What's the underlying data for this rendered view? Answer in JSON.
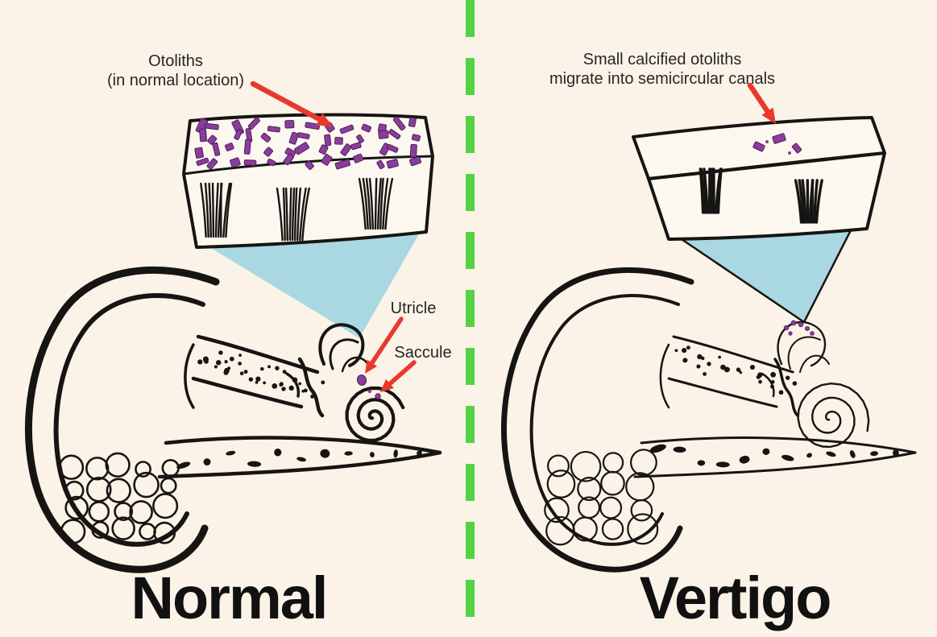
{
  "left_panel": {
    "otolith_label_line1": "Otoliths",
    "otolith_label_line2": "(in normal location)",
    "utricle_label": "Utricle",
    "saccule_label": "Saccule",
    "title": "Normal"
  },
  "right_panel": {
    "otolith_label_line1": "Small calcified otoliths",
    "otolith_label_line2": "migrate into semicircular canals",
    "title": "Vertigo"
  },
  "colors": {
    "background": "#FBF3E7",
    "ink": "#171513",
    "otolith_purple": "#8B3D9B",
    "crystal_outline": "#4E2160",
    "fluid_blue": "#A9D8E2",
    "divider_green": "#55D243",
    "arrow_red": "#E8392C",
    "label_color": "#262626",
    "slab_fill": "#FCF8EF"
  }
}
